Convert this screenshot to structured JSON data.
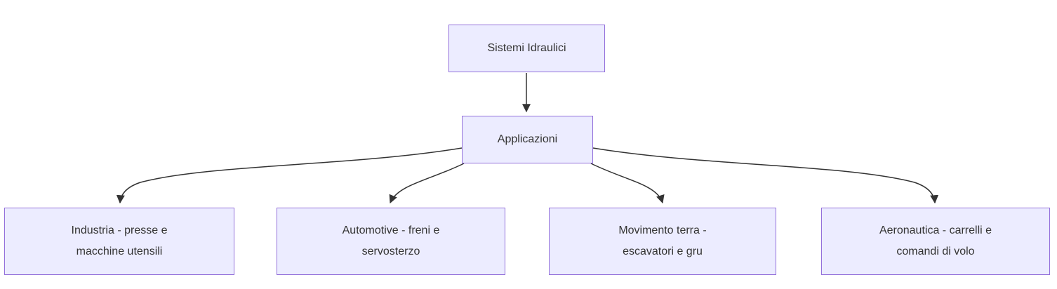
{
  "diagram": {
    "type": "flowchart",
    "direction": "top-down",
    "root": {
      "label": "Sistemi Idraulici"
    },
    "middle": {
      "label": "Applicazioni"
    },
    "leaves": [
      {
        "label": "Industria - presse e macchine utensili",
        "lines": [
          "Industria - presse e",
          "macchine utensili"
        ]
      },
      {
        "label": "Automotive - freni e servosterzo",
        "lines": [
          "Automotive - freni e",
          "servosterzo"
        ]
      },
      {
        "label": "Movimento terra - escavatori e gru",
        "lines": [
          "Movimento terra -",
          "escavatori e gru"
        ]
      },
      {
        "label": "Aeronautica - carrelli e comandi di volo",
        "lines": [
          "Aeronautica - carrelli e",
          "comandi di volo"
        ]
      }
    ],
    "edges": [
      {
        "from": "Sistemi Idraulici",
        "to": "Applicazioni"
      },
      {
        "from": "Applicazioni",
        "to": "Industria - presse e macchine utensili"
      },
      {
        "from": "Applicazioni",
        "to": "Automotive - freni e servosterzo"
      },
      {
        "from": "Applicazioni",
        "to": "Movimento terra - escavatori e gru"
      },
      {
        "from": "Applicazioni",
        "to": "Aeronautica - carrelli e comandi di volo"
      }
    ],
    "colors": {
      "node_fill": "#ECECFF",
      "node_border": "#9370DB",
      "edge": "#333333",
      "text": "#333333",
      "background": "#ffffff"
    }
  }
}
